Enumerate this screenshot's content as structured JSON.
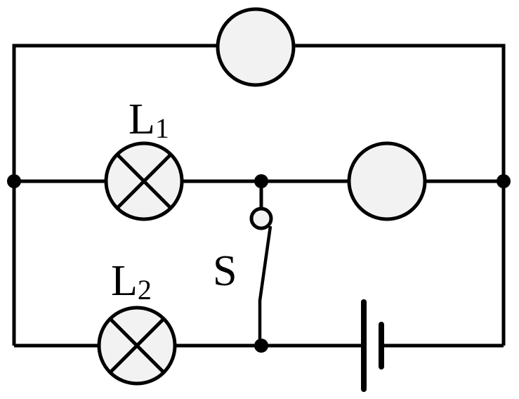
{
  "labels": {
    "lamp1": {
      "main": "L",
      "sub": "1"
    },
    "lamp2": {
      "main": "L",
      "sub": "2"
    },
    "switch": "S"
  },
  "colors": {
    "stroke": "#000000",
    "meter_fill": "#f2f2f2",
    "background": "#ffffff"
  },
  "components": [
    {
      "type": "meter",
      "label": "",
      "branch": "top"
    },
    {
      "type": "lamp",
      "label": "L1",
      "branch": "middle"
    },
    {
      "type": "meter",
      "label": "",
      "branch": "middle"
    },
    {
      "type": "switch",
      "label": "S",
      "state": "open"
    },
    {
      "type": "lamp",
      "label": "L2",
      "branch": "bottom"
    },
    {
      "type": "battery",
      "label": "",
      "branch": "bottom"
    }
  ]
}
